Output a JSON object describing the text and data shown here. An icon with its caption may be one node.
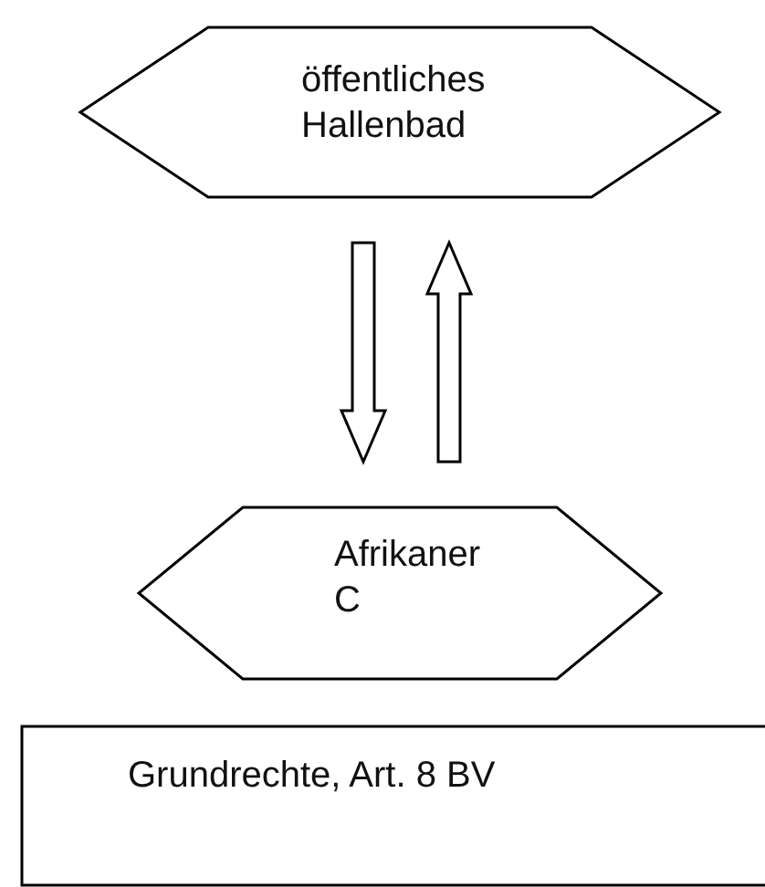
{
  "diagram": {
    "nodes": [
      {
        "text": [
          "öffentliches Hallenbad"
        ]
      },
      {
        "text": [
          "Afrikaner C"
        ]
      },
      {
        "text": [
          "Grundrechte, Art. 8 BV"
        ]
      }
    ],
    "edges": [
      {
        "from": 0,
        "to": 1,
        "arrow": "to"
      },
      {
        "from": 1,
        "to": 0,
        "arrow": "to"
      }
    ]
  }
}
